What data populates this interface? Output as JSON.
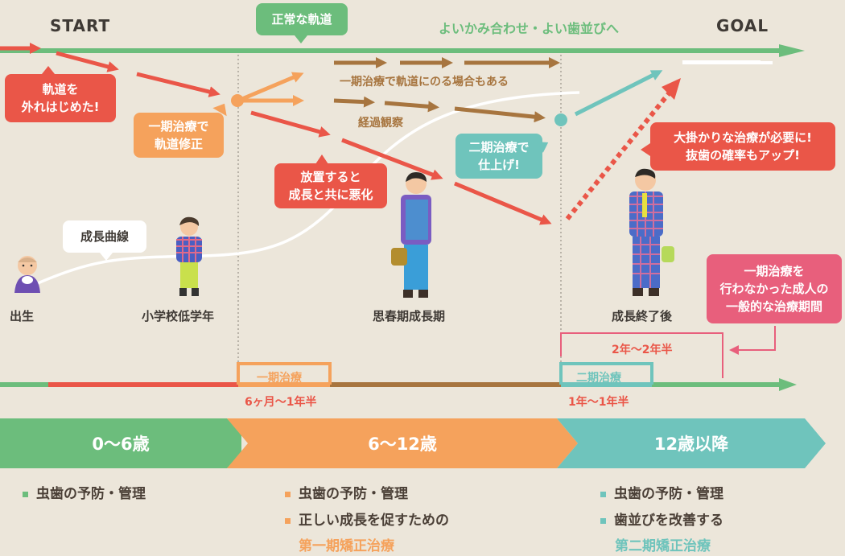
{
  "top": {
    "start": "START",
    "goal": "GOAL",
    "normal_path": "正常な軌道",
    "good_bite": "よいかみ合わせ・よい歯並びへ"
  },
  "bubbles": {
    "off_track": [
      "軌道を",
      "外れはじめた!"
    ],
    "phase1_correct": [
      "一期治療で",
      "軌道修正"
    ],
    "neglect": [
      "放置すると",
      "成長と共に悪化"
    ],
    "phase2_finish": [
      "二期治療で",
      "仕上げ!"
    ],
    "major": [
      "大掛かりな治療が必要に!",
      "抜歯の確率もアップ!"
    ],
    "growth_curve": "成長曲線",
    "adult": [
      "一期治療を",
      "行わなかった成人の",
      "一般的な治療期間"
    ]
  },
  "paths": {
    "on_track": "一期治療で軌道にのる場合もある",
    "observe": "経過観察"
  },
  "stages": [
    "出生",
    "小学校低学年",
    "思春期成長期",
    "成長終了後"
  ],
  "timeline": {
    "phase1": "一期治療",
    "phase1_dur": "6ヶ月〜1年半",
    "phase2": "二期治療",
    "phase2_dur": "1年〜1年半",
    "adult_dur": "2年〜2年半"
  },
  "bands": [
    {
      "label": "0〜6歳",
      "color": "#6cbd7c",
      "items": [
        "虫歯の予防・管理"
      ],
      "highlight": ""
    },
    {
      "label": "6〜12歳",
      "color": "#f5a25c",
      "items": [
        "虫歯の予防・管理",
        "正しい成長を促すための"
      ],
      "highlight": "第一期矯正治療"
    },
    {
      "label": "12歳以降",
      "color": "#6fc4bc",
      "items": [
        "虫歯の予防・管理",
        "歯並びを改善する"
      ],
      "highlight": "第二期矯正治療"
    }
  ],
  "colors": {
    "green": "#6cbd7c",
    "red": "#ea5648",
    "orange": "#f5a25c",
    "brown": "#a7753f",
    "teal": "#6fc4bc",
    "pink": "#e85f7c",
    "bg": "#ece6da"
  }
}
